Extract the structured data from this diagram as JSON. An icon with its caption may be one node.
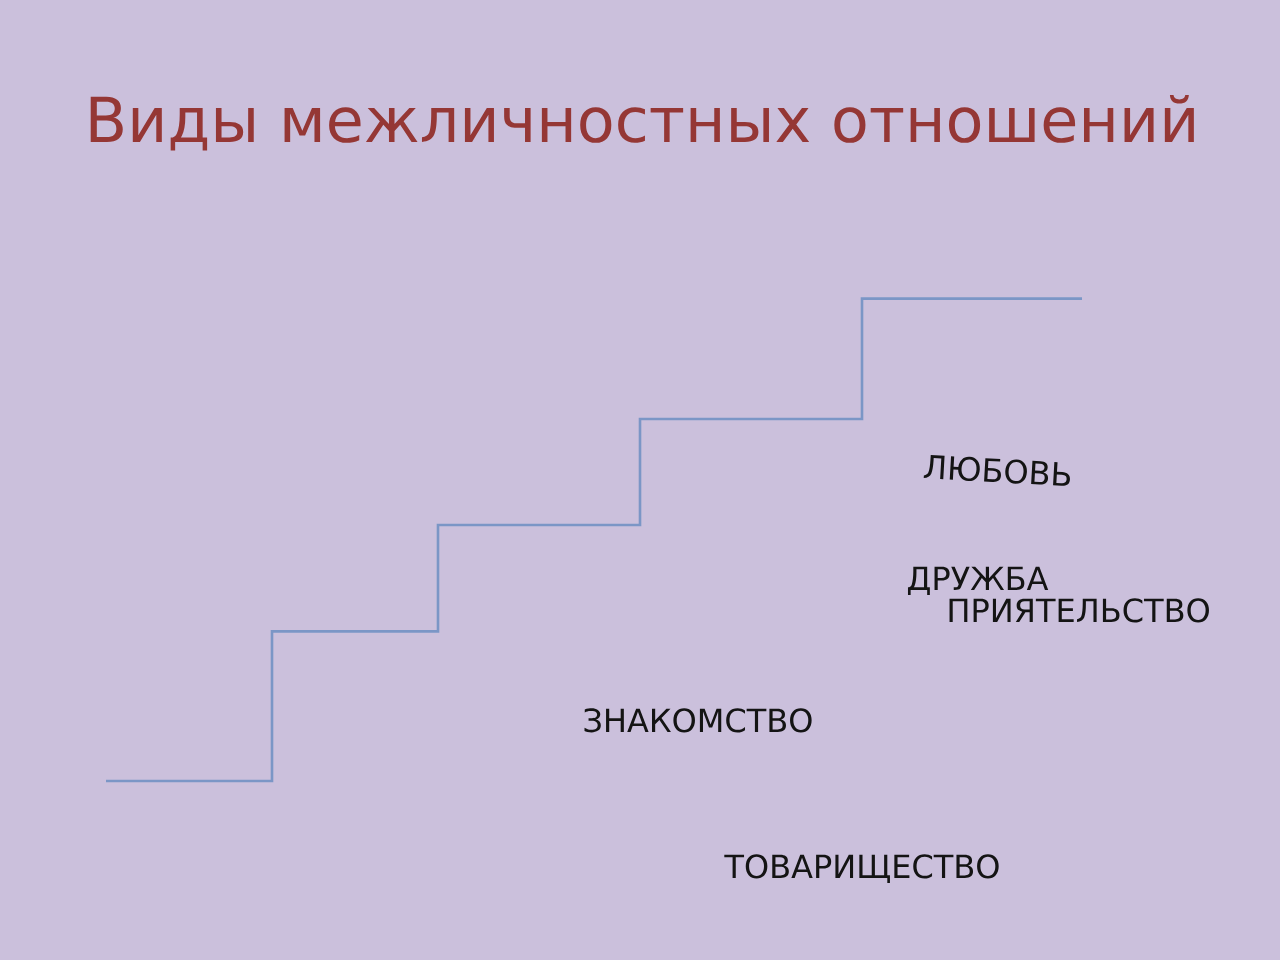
{
  "diagram": {
    "title": "Виды межличностных отношений",
    "labels": [
      "ЛЮБОВЬ",
      "ДРУЖБА",
      "ПРИЯТЕЛЬСТВО",
      "ЗНАКОМСТВО",
      "ТОВАРИЩЕСТВО"
    ]
  }
}
